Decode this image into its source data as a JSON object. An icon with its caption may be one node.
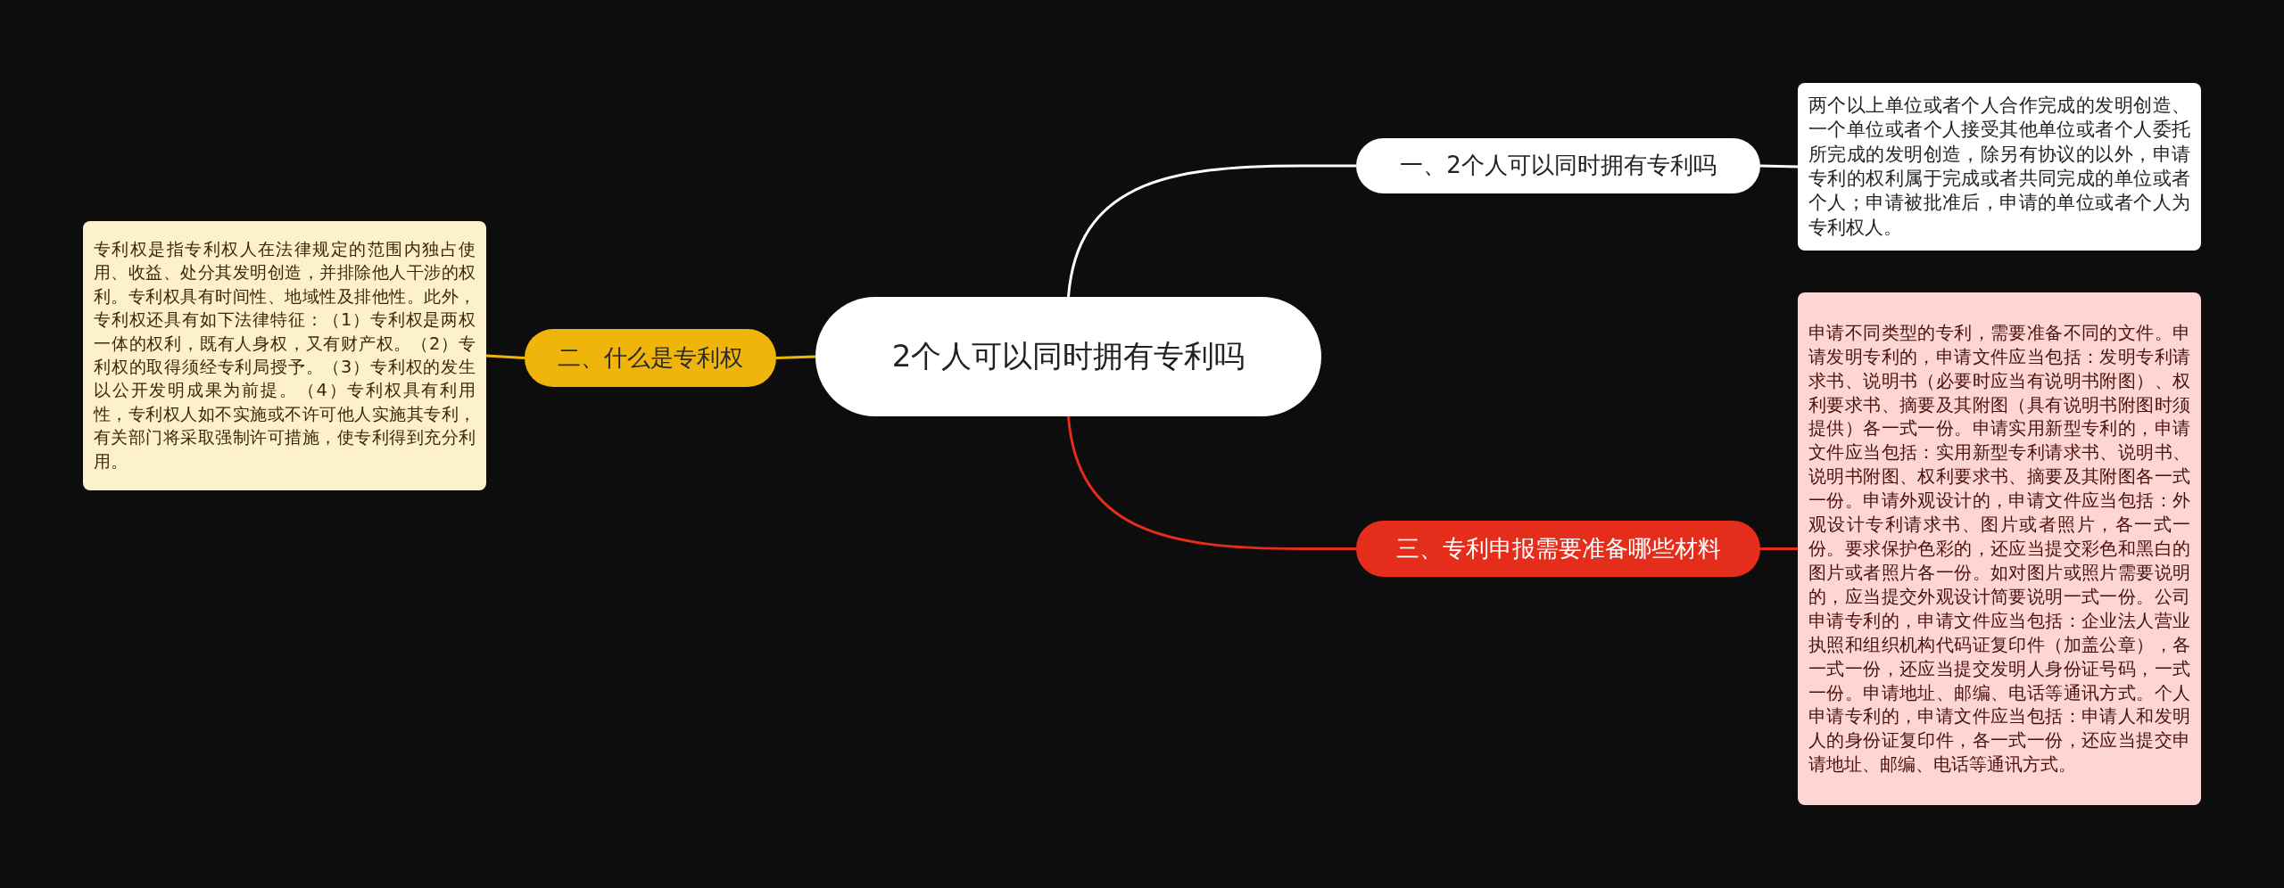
{
  "diagram": {
    "nodes": [
      {
        "text": [
          "2个人可以同时拥有专利吗"
        ]
      },
      {
        "text": [
          "一、2个人可以同时拥有专利吗"
        ]
      },
      {
        "text": [
          "两个以上单位或者个人合作完成的发明创造、一个单位或者个人接受其他单位或者个人委托所完成的发明创造，除另有协议的以外，申请专利的权利属于完成或者共同完成的单位或者个人；申请被批准后，申请的单位或者个人为专利权人。"
        ]
      },
      {
        "text": [
          "二、什么是专利权"
        ]
      },
      {
        "text": [
          "专利权是指专利权人在法律规定的范围内独占使用、收益、处分其发明创造，并排除他人干涉的权利。专利权具有时间性、地域性及排他性。此外，专利权还具有如下法律特征：（1）专利权是两权一体的权利，既有人身权，又有财产权。（2）专利权的取得须经专利局授予。（3）专利权的发生以公开发明成果为前提。（4）专利权具有利用性，专利权人如不实施或不许可他人实施其专利，有关部门将采取强制许可措施，使专利得到充分利用。"
        ]
      },
      {
        "text": [
          "三、专利申报需要准备哪些材料"
        ]
      },
      {
        "text": [
          "申请不同类型的专利，需要准备不同的文件。申请发明专利的，申请文件应当包括：发明专利请求书、说明书（必要时应当有说明书附图）、权利要求书、摘要及其附图（具有说明书附图时须提供）各一式一份。申请实用新型专利的，申请文件应当包括：实用新型专利请求书、说明书、说明书附图、权利要求书、摘要及其附图各一式一份。申请外观设计的，申请文件应当包括：外观设计专利请求书、图片或者照片，各一式一份。要求保护色彩的，还应当提交彩色和黑白的图片或者照片各一份。如对图片或照片需要说明的，应当提交外观设计简要说明一式一份。公司申请专利的，申请文件应当包括：企业法人营业执照和组织机构代码证复印件（加盖公章），各一式一份，还应当提交发明人身份证号码，一式一份。申请地址、邮编、电话等通讯方式。个人申请专利的，申请文件应当包括：申请人和发明人的身份证复印件，各一式一份，还应当提交申请地址、邮编、电话等通讯方式。"
        ]
      }
    ],
    "edges": [
      {
        "from": 0,
        "to": 1,
        "arrow": "none",
        "color": "#ffffff"
      },
      {
        "from": 1,
        "to": 2,
        "arrow": "none",
        "color": "#ffffff"
      },
      {
        "from": 0,
        "to": 3,
        "arrow": "none",
        "color": "#f0b50a"
      },
      {
        "from": 3,
        "to": 4,
        "arrow": "none",
        "color": "#f0b50a"
      },
      {
        "from": 0,
        "to": 5,
        "arrow": "none",
        "color": "#e52d1c"
      },
      {
        "from": 5,
        "to": 6,
        "arrow": "none",
        "color": "#e52d1c"
      }
    ]
  }
}
